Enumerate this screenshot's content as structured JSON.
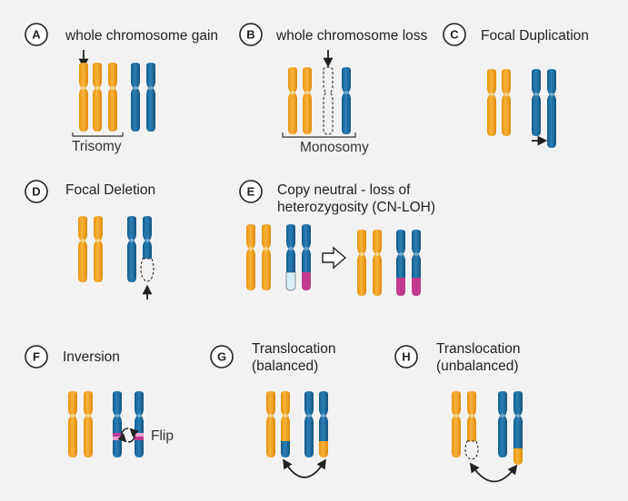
{
  "panels": {
    "a": {
      "badge": "A",
      "title": "whole chromosome gain",
      "label": "Trisomy"
    },
    "b": {
      "badge": "B",
      "title": "whole chromosome loss",
      "label": "Monosomy"
    },
    "c": {
      "badge": "C",
      "title": "Focal Duplication"
    },
    "d": {
      "badge": "D",
      "title": "Focal Deletion"
    },
    "e": {
      "badge": "E",
      "title_line1": "Copy neutral - loss of",
      "title_line2": "heterozygosity (CN-LOH)"
    },
    "f": {
      "badge": "F",
      "title": "Inversion",
      "flip": "Flip"
    },
    "g": {
      "badge": "G",
      "title_line1": "Translocation",
      "title_line2": "(balanced)"
    },
    "h": {
      "badge": "H",
      "title_line1": "Translocation",
      "title_line2": "(unbalanced)"
    }
  },
  "colors": {
    "orange": "#f5a623",
    "blue": "#1f6fa3",
    "magenta": "#c03a8f",
    "light_blue": "#d8eef7",
    "background": "#f2f2f2"
  }
}
